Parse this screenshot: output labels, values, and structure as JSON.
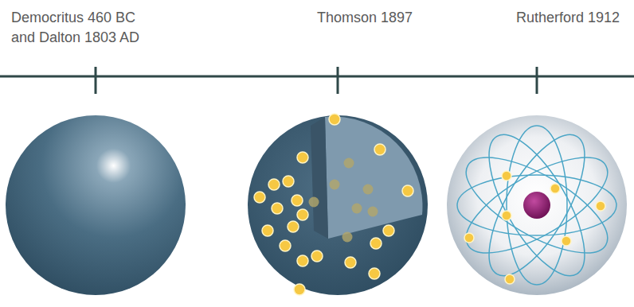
{
  "diagram": {
    "labels": [
      "Democritus 460 BC and Dalton 1803 AD",
      "Thomson 1897",
      "Rutherford 1912"
    ]
  }
}
